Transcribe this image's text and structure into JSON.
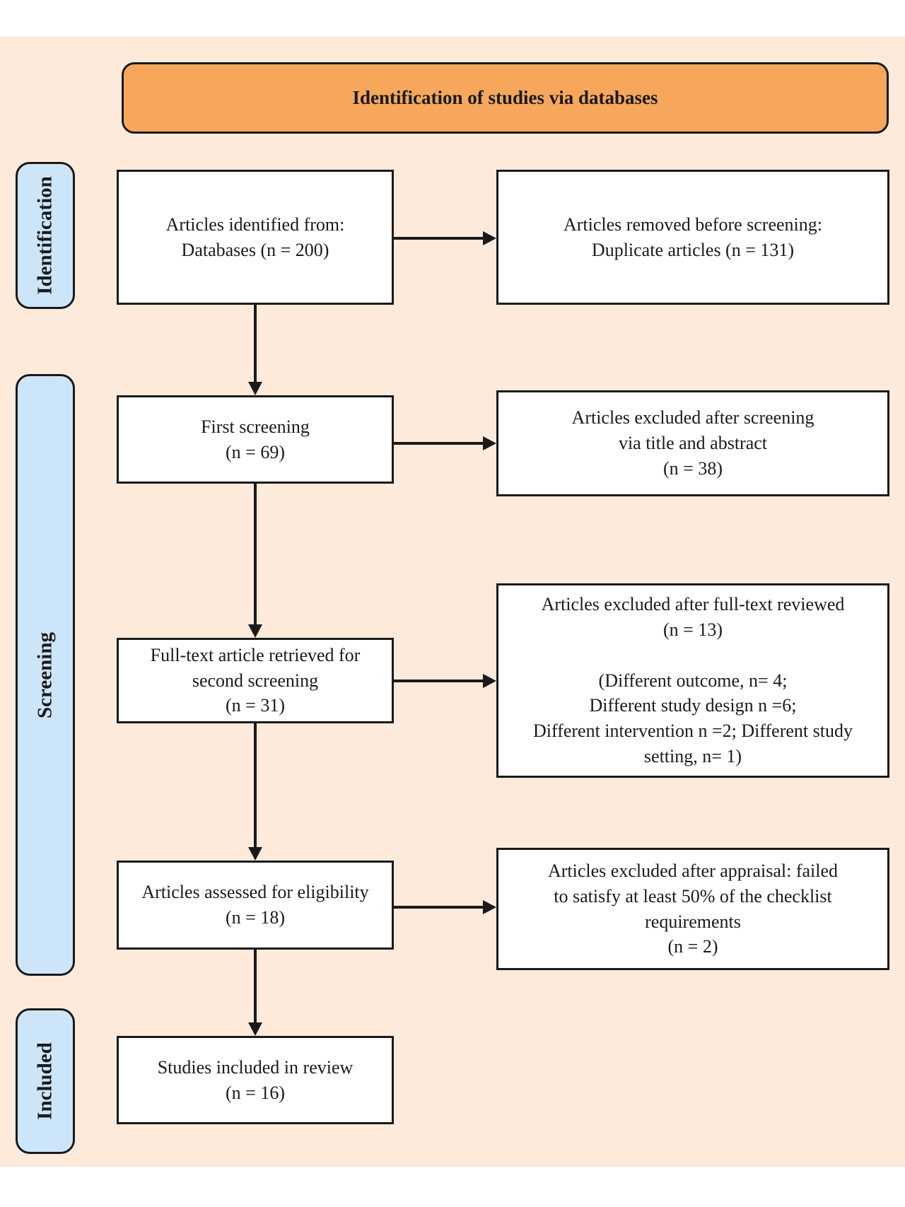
{
  "header": {
    "title": "Identification of studies via databases"
  },
  "stages": {
    "identification": "Identification",
    "screening": "Screening",
    "included": "Included"
  },
  "left_boxes": [
    {
      "text": "Articles identified from:\nDatabases (n = 200)"
    },
    {
      "text": "First screening\n(n = 69)"
    },
    {
      "text": "Full-text article retrieved for\nsecond screening\n(n = 31)"
    },
    {
      "text": "Articles assessed for eligibility\n(n = 18)"
    },
    {
      "text": "Studies included in review\n(n = 16)"
    }
  ],
  "right_boxes": [
    {
      "text": "Articles removed before screening:\nDuplicate articles (n = 131)"
    },
    {
      "text": "Articles excluded after screening\nvia title and abstract\n(n = 38)"
    },
    {
      "text": "Articles excluded after full-text reviewed\n(n = 13)\n\n(Different outcome, n= 4;\nDifferent study design n =6;\nDifferent intervention n =2; Different study\nsetting, n= 1)"
    },
    {
      "text": "Articles excluded after appraisal: failed\nto satisfy at least 50% of the checklist\nrequirements\n(n = 2)"
    }
  ],
  "colors": {
    "background": "#fdeadb",
    "header_fill": "#f6a75b",
    "stage_fill": "#cde5f9",
    "box_fill": "#ffffff",
    "line": "#1a1a1a"
  }
}
